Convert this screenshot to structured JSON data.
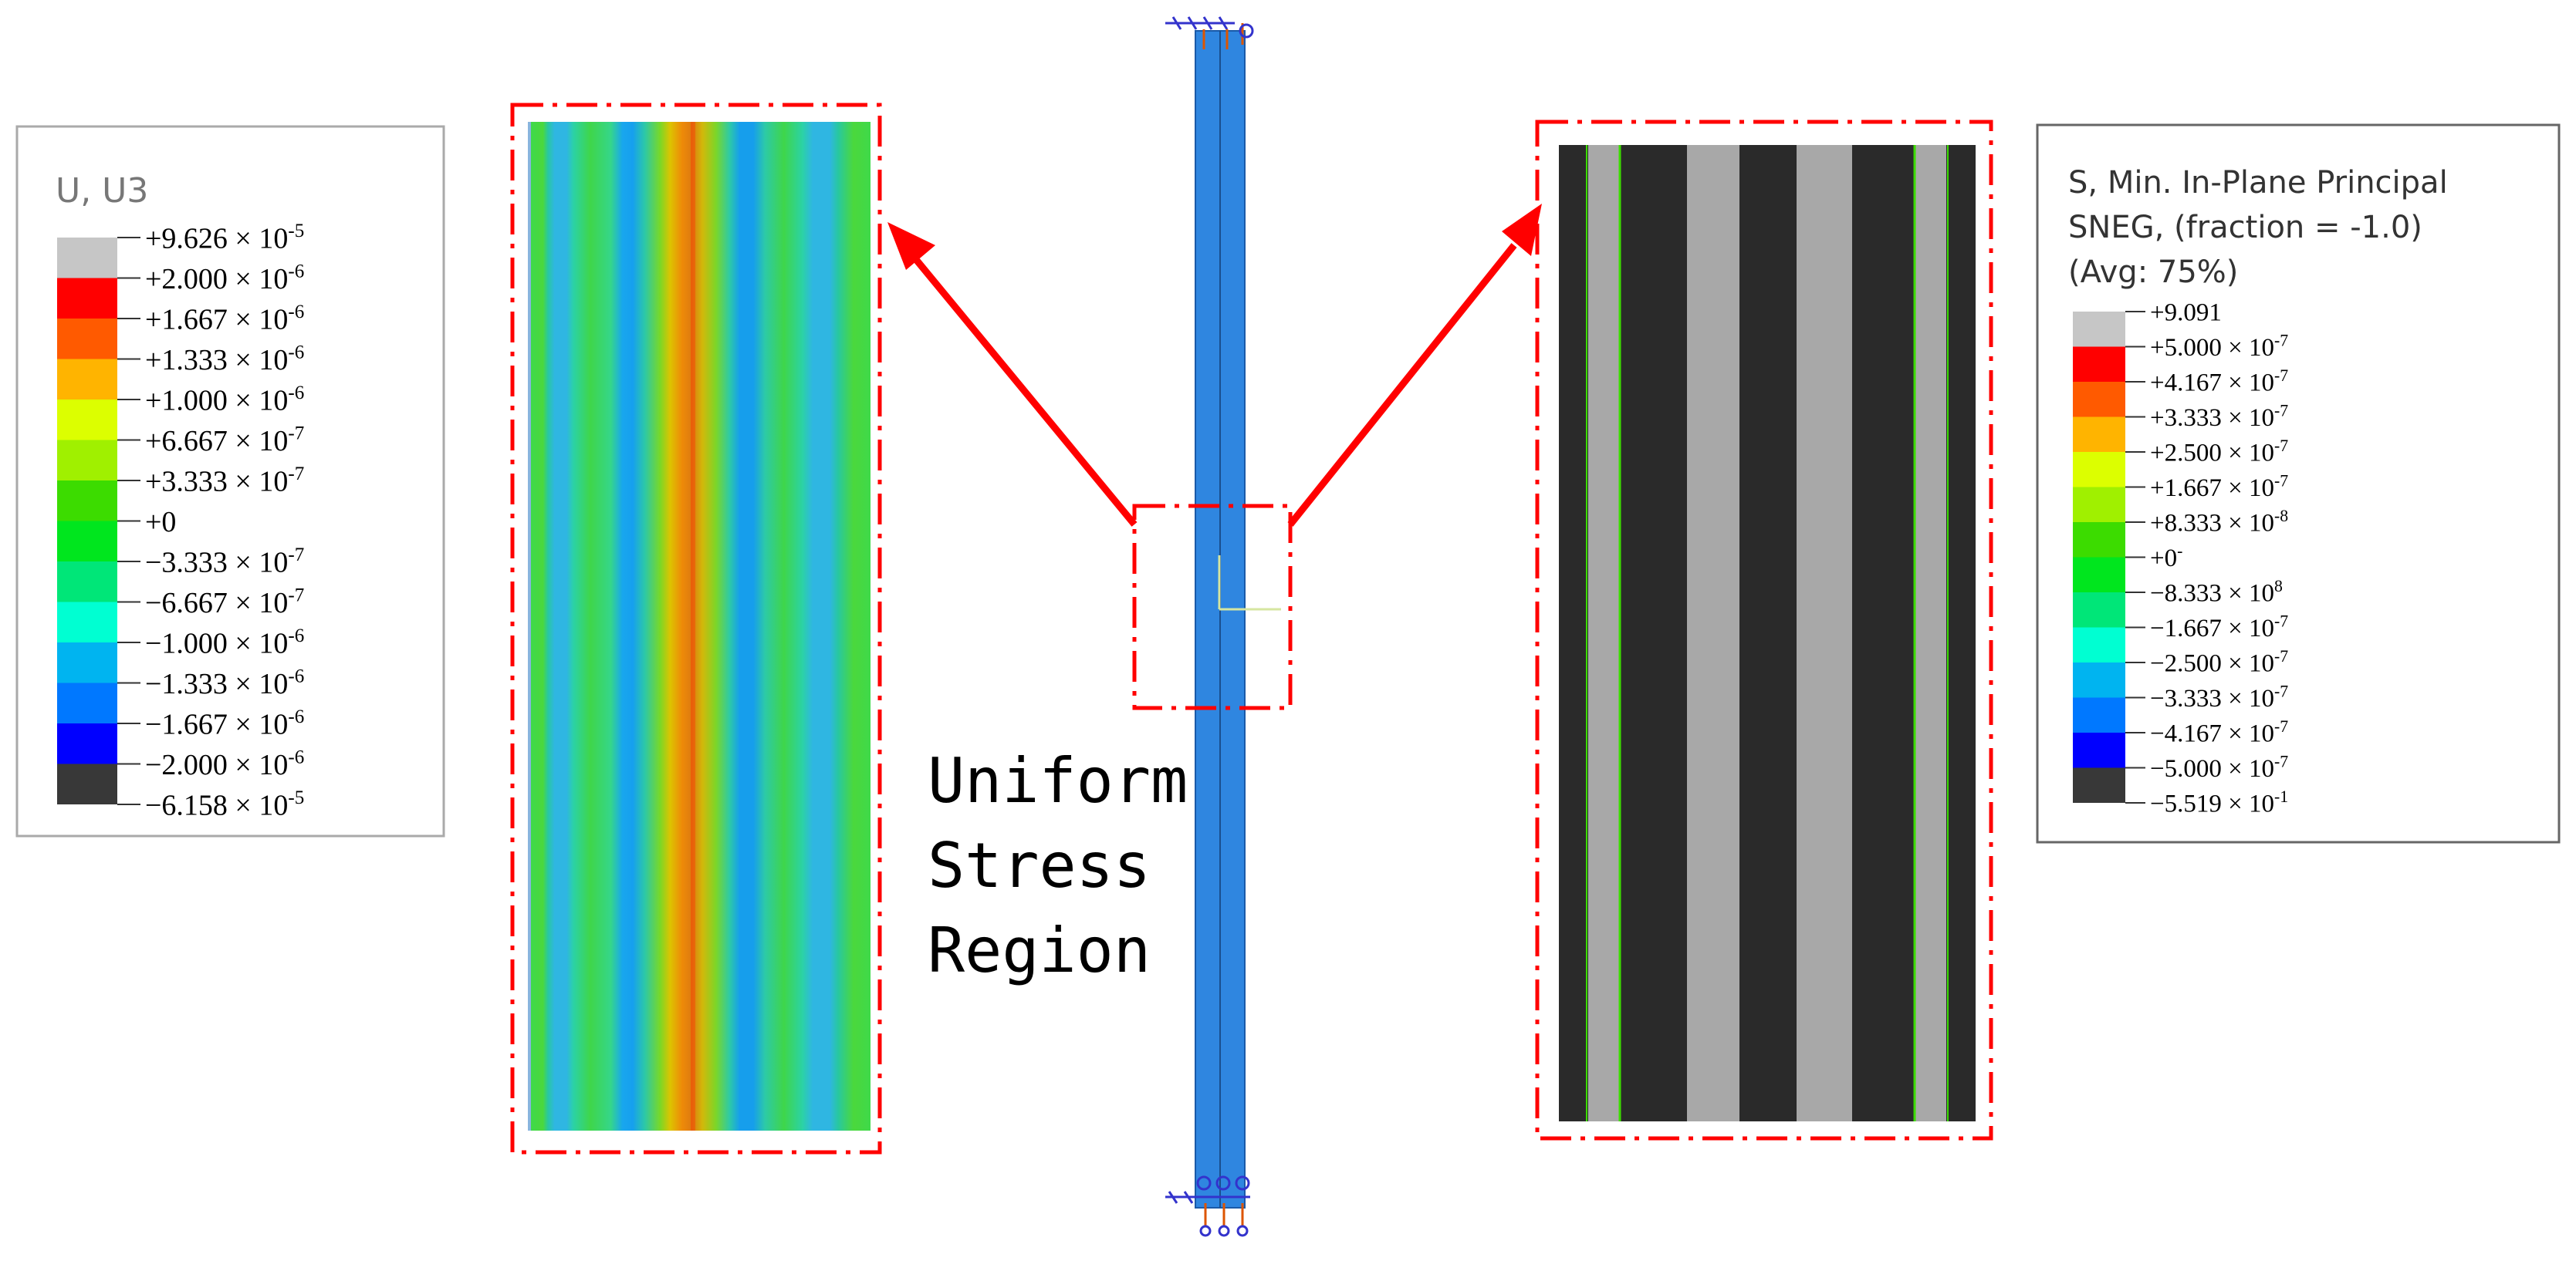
{
  "left_legend": {
    "title": "U, U3",
    "colors": [
      "#c6c6c6",
      "#ff0000",
      "#ff5a00",
      "#ffb400",
      "#dcff00",
      "#a0f000",
      "#3cdc00",
      "#00e61e",
      "#00e678",
      "#00ffd2",
      "#00b4f0",
      "#0078ff",
      "#0000ff",
      "#383838"
    ],
    "labels": [
      {
        "mant": "+9.626 × 10",
        "exp": "-5"
      },
      {
        "mant": "+2.000 × 10",
        "exp": "-6"
      },
      {
        "mant": "+1.667 × 10",
        "exp": "-6"
      },
      {
        "mant": "+1.333 × 10",
        "exp": "-6"
      },
      {
        "mant": "+1.000 × 10",
        "exp": "-6"
      },
      {
        "mant": "+6.667 × 10",
        "exp": "-7"
      },
      {
        "mant": "+3.333 × 10",
        "exp": "-7"
      },
      {
        "mant": "+0",
        "exp": ""
      },
      {
        "mant": "−3.333 × 10",
        "exp": "-7"
      },
      {
        "mant": "−6.667 × 10",
        "exp": "-7"
      },
      {
        "mant": "−1.000 × 10",
        "exp": "-6"
      },
      {
        "mant": "−1.333 × 10",
        "exp": "-6"
      },
      {
        "mant": "−1.667 × 10",
        "exp": "-6"
      },
      {
        "mant": "−2.000 × 10",
        "exp": "-6"
      },
      {
        "mant": "−6.158 × 10",
        "exp": "-5"
      }
    ]
  },
  "right_legend": {
    "title_lines": [
      "S, Min. In-Plane Principal",
      "SNEG, (fraction = -1.0)",
      "(Avg: 75%)"
    ],
    "colors": [
      "#c6c6c6",
      "#ff0000",
      "#ff5a00",
      "#ffb400",
      "#dcff00",
      "#a0f000",
      "#3cdc00",
      "#00e61e",
      "#00e678",
      "#00ffd2",
      "#00b4f0",
      "#0078ff",
      "#0000ff",
      "#383838"
    ],
    "labels": [
      {
        "mant": "+9.091",
        "exp": ""
      },
      {
        "mant": "+5.000 × 10",
        "exp": "-7"
      },
      {
        "mant": "+4.167 × 10",
        "exp": "-7"
      },
      {
        "mant": "+3.333 × 10",
        "exp": "-7"
      },
      {
        "mant": "+2.500 × 10",
        "exp": "-7"
      },
      {
        "mant": "+1.667 × 10",
        "exp": "-7"
      },
      {
        "mant": "+8.333 × 10",
        "exp": "-8"
      },
      {
        "mant": "+0",
        "exp": "-"
      },
      {
        "mant": "−8.333 × 10",
        "exp": "8"
      },
      {
        "mant": "−1.667 × 10",
        "exp": "-7"
      },
      {
        "mant": "−2.500 × 10",
        "exp": "-7"
      },
      {
        "mant": "−3.333 × 10",
        "exp": "-7"
      },
      {
        "mant": "−4.167 × 10",
        "exp": "-7"
      },
      {
        "mant": "−5.000 × 10",
        "exp": "-7"
      },
      {
        "mant": "−5.519 × 10",
        "exp": "-1"
      }
    ]
  },
  "annotation": {
    "lines": [
      "Uniform",
      "Stress",
      "Region"
    ]
  },
  "colors": {
    "frame_red": "#ff0000",
    "column_blue": "#2f86e0",
    "stress_dark": "#2a2a2a",
    "stress_gray": "#a8a8a8"
  }
}
